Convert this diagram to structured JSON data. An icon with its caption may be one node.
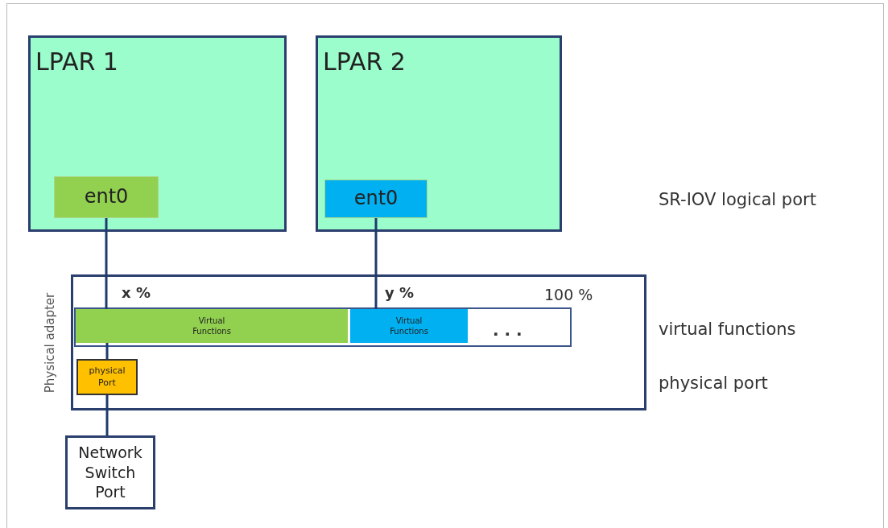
{
  "diagram": {
    "nodes": [
      {
        "text": [
          "LPAR 1"
        ]
      },
      {
        "text": [
          "ent0"
        ],
        "in": 0
      },
      {
        "text": [
          "LPAR 2"
        ]
      },
      {
        "text": [
          "ent0"
        ],
        "in": 2
      },
      {
        "text": [
          "Physical adapter"
        ]
      },
      {
        "text": [],
        "shape": "bar",
        "in": 4
      },
      {
        "text": [
          "Virtual Functions"
        ],
        "in": 5
      },
      {
        "text": [
          "Virtual Functions"
        ],
        "in": 5
      },
      {
        "text": [
          "physical Port"
        ],
        "in": 4
      },
      {
        "text": [
          "Network Switch Port"
        ]
      }
    ],
    "edges": [
      {
        "from": 1,
        "to": 6,
        "arrow": "none"
      },
      {
        "from": 3,
        "to": 7,
        "arrow": "none"
      },
      {
        "from": 6,
        "to": 8,
        "arrow": "none"
      },
      {
        "from": 8,
        "to": 9,
        "arrow": "none"
      }
    ],
    "labels": [
      "SR-IOV logical port",
      "x %",
      "y %",
      "100 %",
      "virtual functions",
      ". . .",
      "physical port"
    ]
  }
}
